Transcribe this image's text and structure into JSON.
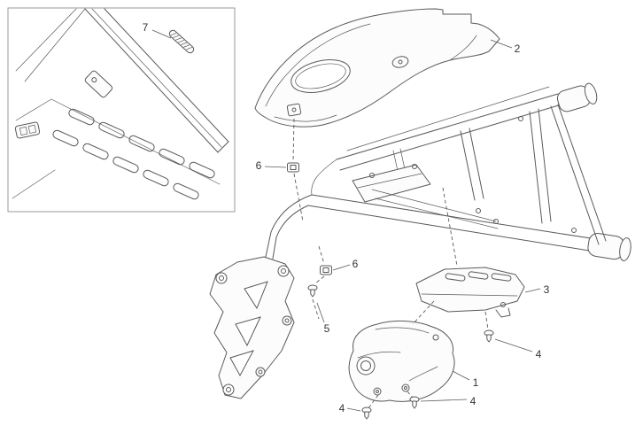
{
  "figure": {
    "colors": {
      "bg": "#ffffff",
      "line": "#5a5a5a",
      "label": "#333333",
      "insetBorder": "#9a9a9a"
    }
  },
  "callouts": {
    "part1": "1",
    "part2": "2",
    "part3": "3",
    "part4a": "4",
    "part4b": "4",
    "part4c": "4",
    "part5": "5",
    "part6a": "6",
    "part6b": "6",
    "part7": "7"
  }
}
